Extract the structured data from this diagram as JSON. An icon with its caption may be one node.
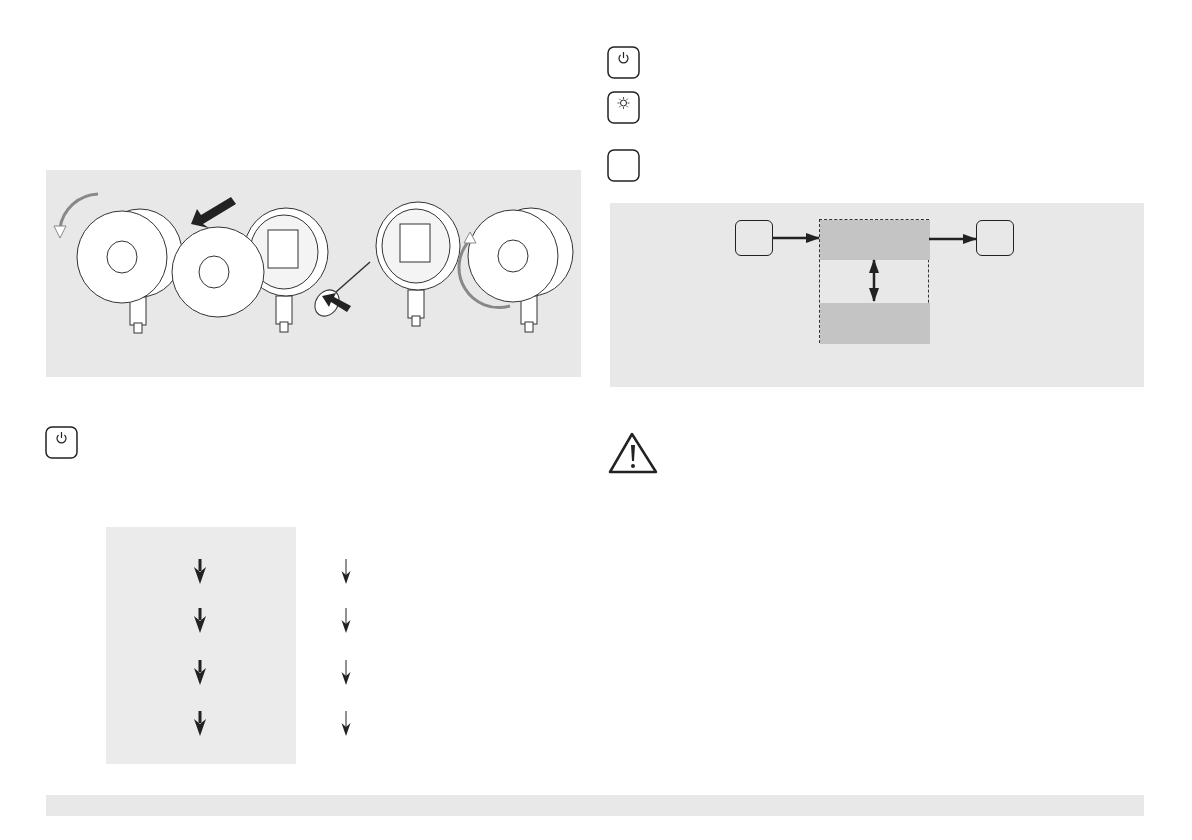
{
  "diagram": {
    "nodes": [
      {
        "text": [],
        "shape": "box"
      },
      {
        "text": [],
        "shape": "box"
      },
      {
        "text": [],
        "shape": "bar",
        "in": 1
      },
      {
        "text": [],
        "shape": "bar",
        "in": 1
      },
      {
        "text": [],
        "shape": "box"
      }
    ],
    "edges": [
      {
        "from": 0,
        "to": 2,
        "arrow": "to"
      },
      {
        "from": 2,
        "to": 4,
        "arrow": "to"
      },
      {
        "from": 2,
        "to": 3,
        "arrow": "both"
      }
    ]
  }
}
